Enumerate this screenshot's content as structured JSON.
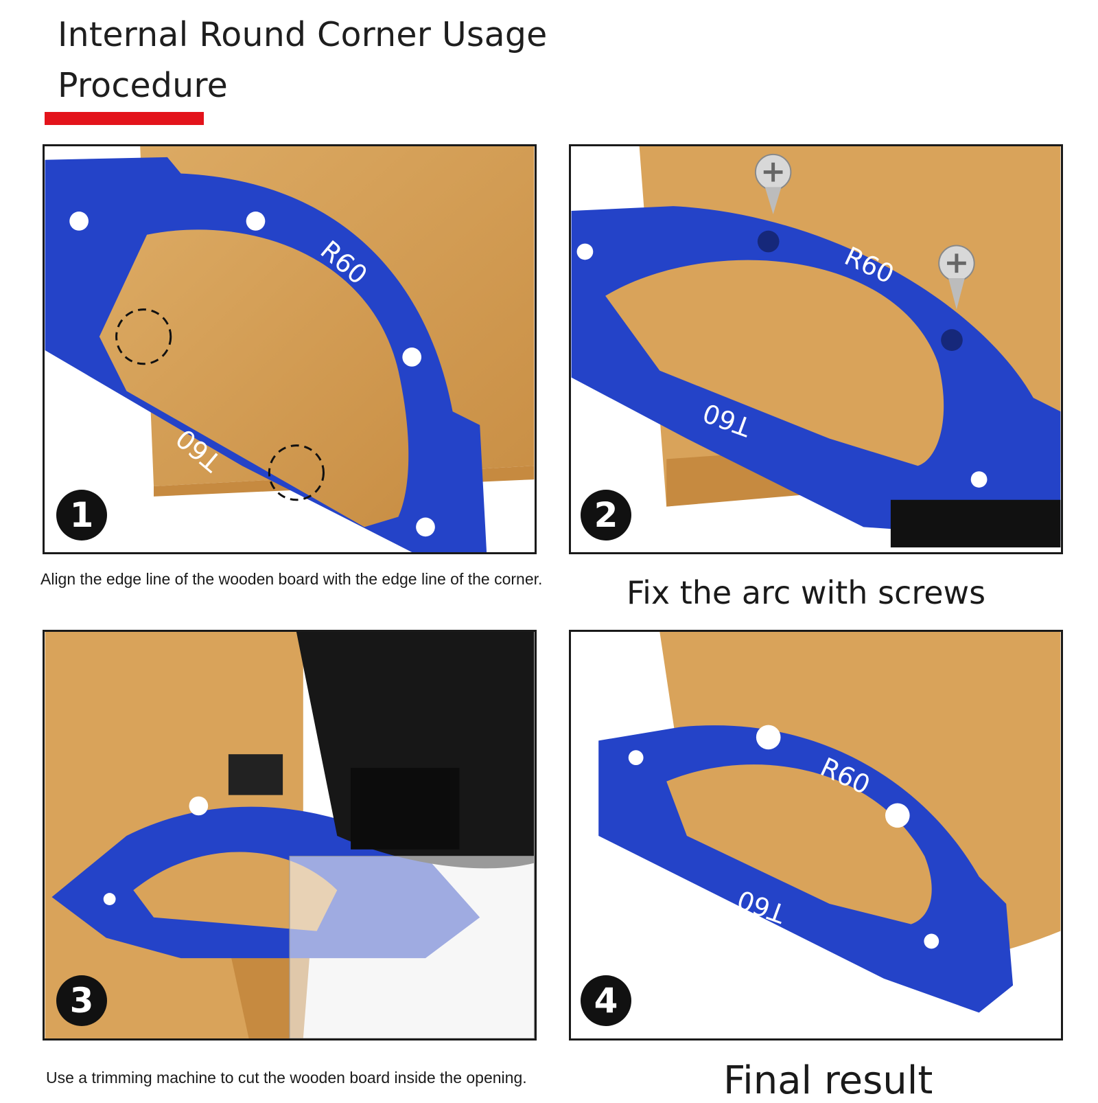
{
  "title": {
    "line1": "Internal Round Corner Usage",
    "line2": "Procedure"
  },
  "steps": [
    {
      "number": "1",
      "radius_label": "R60",
      "side_label": "T60",
      "caption": "Align the edge line of the wooden board with the edge line of the corner."
    },
    {
      "number": "2",
      "radius_label": "R60",
      "side_label": "T60",
      "caption": "Fix the arc with screws"
    },
    {
      "number": "3",
      "caption": "Use a trimming machine to cut the wooden board inside the opening."
    },
    {
      "number": "4",
      "radius_label": "R60",
      "side_label": "T60",
      "caption": "Final result"
    }
  ],
  "colors": {
    "accent_bar": "#e3131b",
    "plate_blue": "#2443c8",
    "wood": "#d9a35a",
    "badge": "#111111"
  }
}
